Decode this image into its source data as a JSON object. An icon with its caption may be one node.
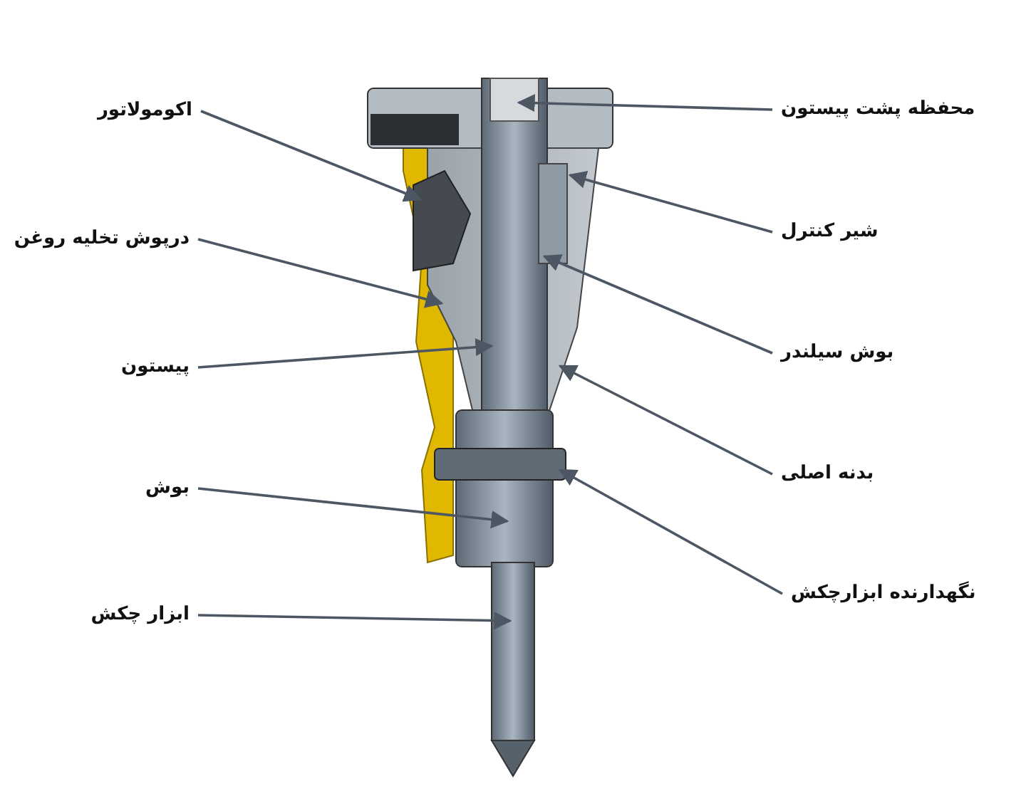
{
  "diagram": {
    "nodes": [
      {
        "text": [
          "محفظه پشت پیستون"
        ]
      },
      {
        "text": [
          "اکومولاتور"
        ]
      },
      {
        "text": [
          "شیر کنترل"
        ]
      },
      {
        "text": [
          "درپوش تخلیه روغن"
        ]
      },
      {
        "text": [
          "بوش سیلندر"
        ]
      },
      {
        "text": [
          "پیستون"
        ]
      },
      {
        "text": [
          "بدنه اصلی"
        ]
      },
      {
        "text": [
          "بوش"
        ]
      },
      {
        "text": [
          "نگهدارنده ابزارچکش"
        ]
      },
      {
        "text": [
          "ابزار چکش"
        ]
      }
    ],
    "edges": [
      {
        "from": 0,
        "to": null,
        "arrow": "to"
      },
      {
        "from": 1,
        "to": null,
        "arrow": "to"
      },
      {
        "from": 2,
        "to": null,
        "arrow": "to"
      },
      {
        "from": 3,
        "to": null,
        "arrow": "to"
      },
      {
        "from": 4,
        "to": null,
        "arrow": "to"
      },
      {
        "from": 5,
        "to": null,
        "arrow": "to"
      },
      {
        "from": 6,
        "to": null,
        "arrow": "to"
      },
      {
        "from": 7,
        "to": null,
        "arrow": "to"
      },
      {
        "from": 8,
        "to": null,
        "arrow": "to"
      },
      {
        "from": 9,
        "to": null,
        "arrow": "to"
      }
    ]
  }
}
